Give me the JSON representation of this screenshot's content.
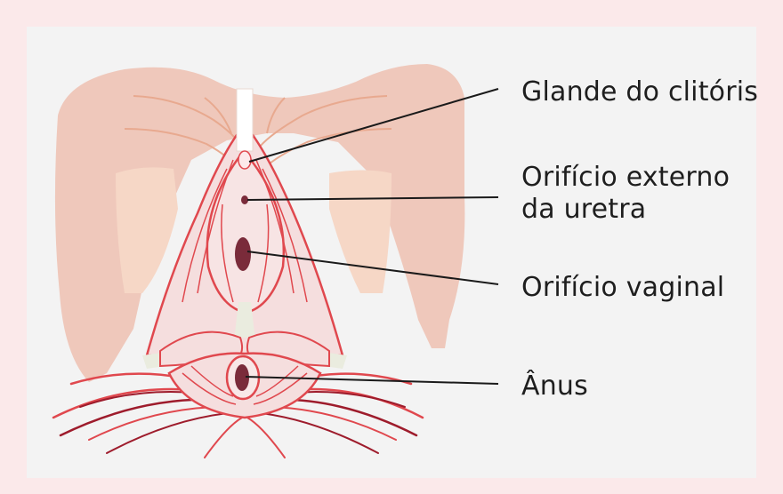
{
  "labels": {
    "clitoris_glans": "Glande do clitóris",
    "urethra_line1": "Orifício externo",
    "urethra_line2": "da uretra",
    "vaginal": "Orifício vaginal",
    "anus": "Ânus"
  },
  "colors": {
    "background": "#fbe9ea",
    "panel": "#f3f3f3",
    "skin": "#efc8bb",
    "inner_skin": "#f6d7c6",
    "muscle_outline": "#e0484e",
    "muscle_fill": "#f5dede",
    "muscle_fiber_dark": "#9e1c2c",
    "opening": "#7a2b3a",
    "tendon": "#eaecdf",
    "leader_line": "#1a1a1a"
  }
}
